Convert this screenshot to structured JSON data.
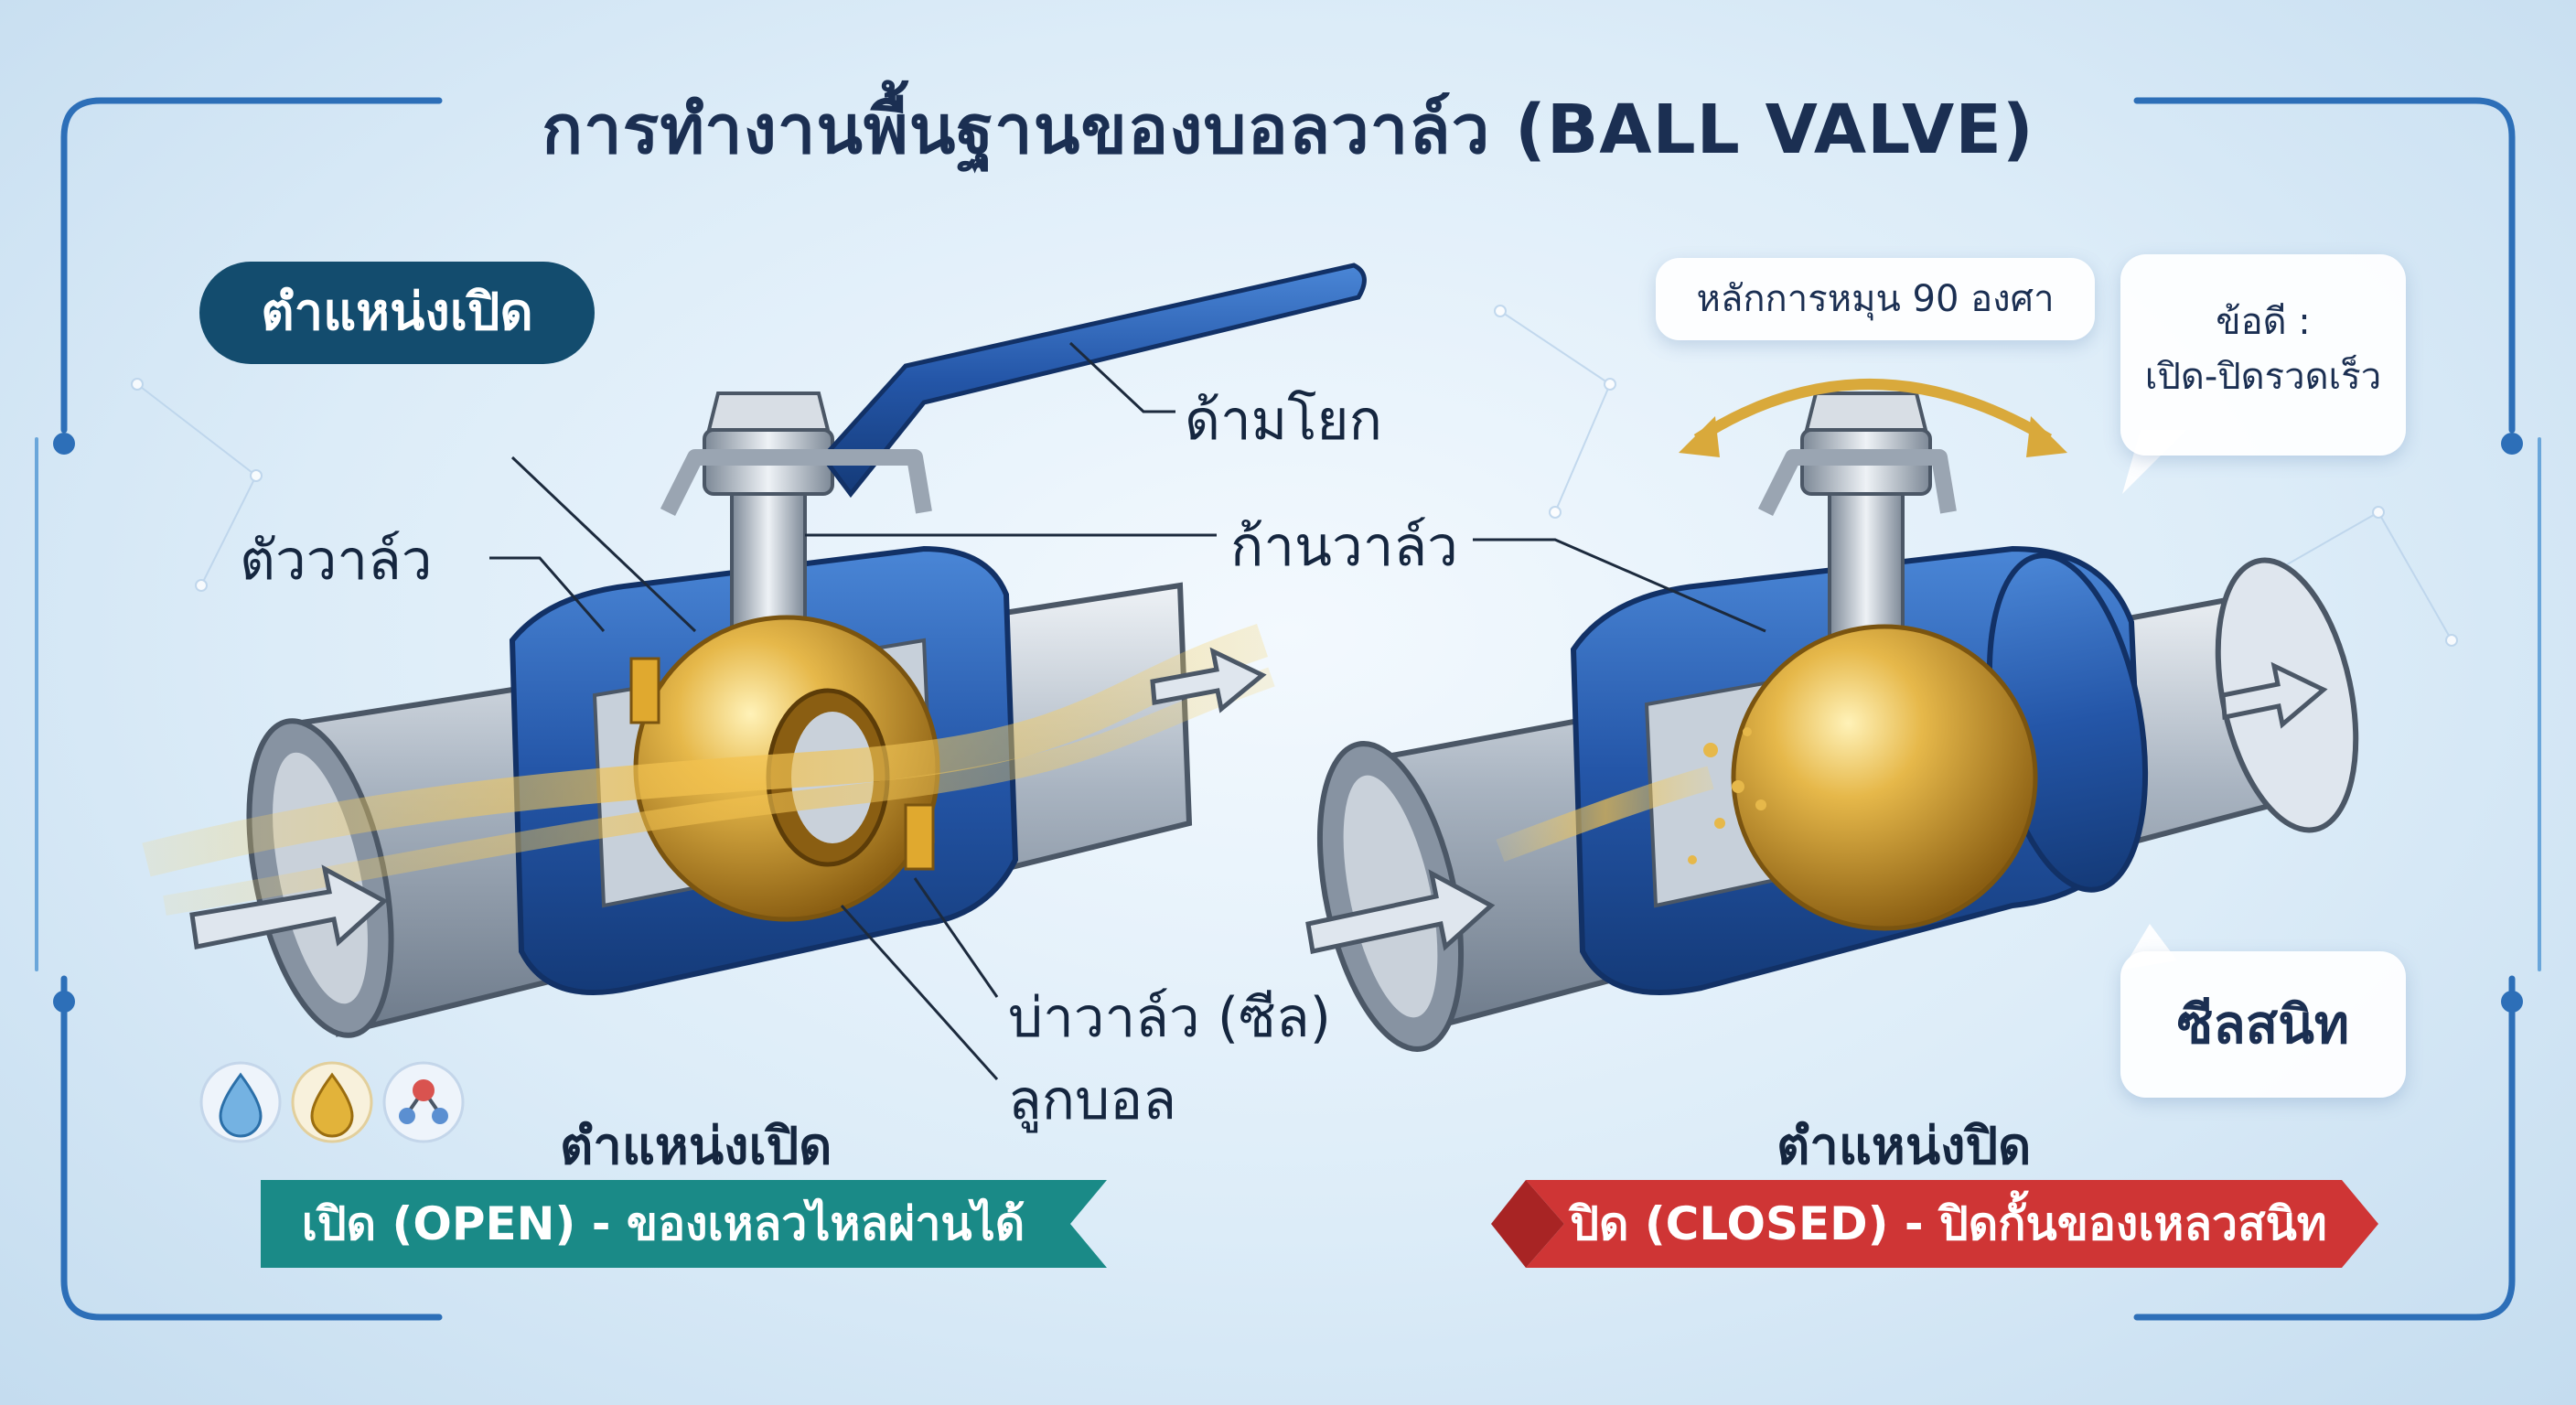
{
  "title": "การทำงานพื้นฐานของบอลวาล์ว (BALL VALVE)",
  "open_side": {
    "badge": "ตำแหน่งเปิด",
    "labels": {
      "handle": "ด้ามโยก",
      "stem": "ก้านวาล์ว",
      "body": "ตัววาล์ว",
      "seat": "บ่าวาล์ว (ซีล)",
      "ball": "ลูกบอล"
    },
    "caption": "ตำแหน่งเปิด",
    "banner": "เปิด (OPEN) - ของเหลวไหลผ่านได้"
  },
  "closed_side": {
    "rotation_note": "หลักการหมุน 90 องศา",
    "advantage_line1": "ข้อดี :",
    "advantage_line2": "เปิด-ปิดรวดเร็ว",
    "seal_note": "ซีลสนิท",
    "caption": "ตำแหน่งปิด",
    "banner": "ปิด (CLOSED) - ปิดกั้นของเหลวสนิท"
  },
  "colors": {
    "open_banner": "#1a8a87",
    "closed_banner": "#cf3535",
    "valve_body": "#2456a8",
    "ball": "#d9a93b",
    "badge": "#134c6e"
  },
  "icons": [
    "water-drop-icon",
    "oil-drop-icon",
    "molecule-icon"
  ]
}
